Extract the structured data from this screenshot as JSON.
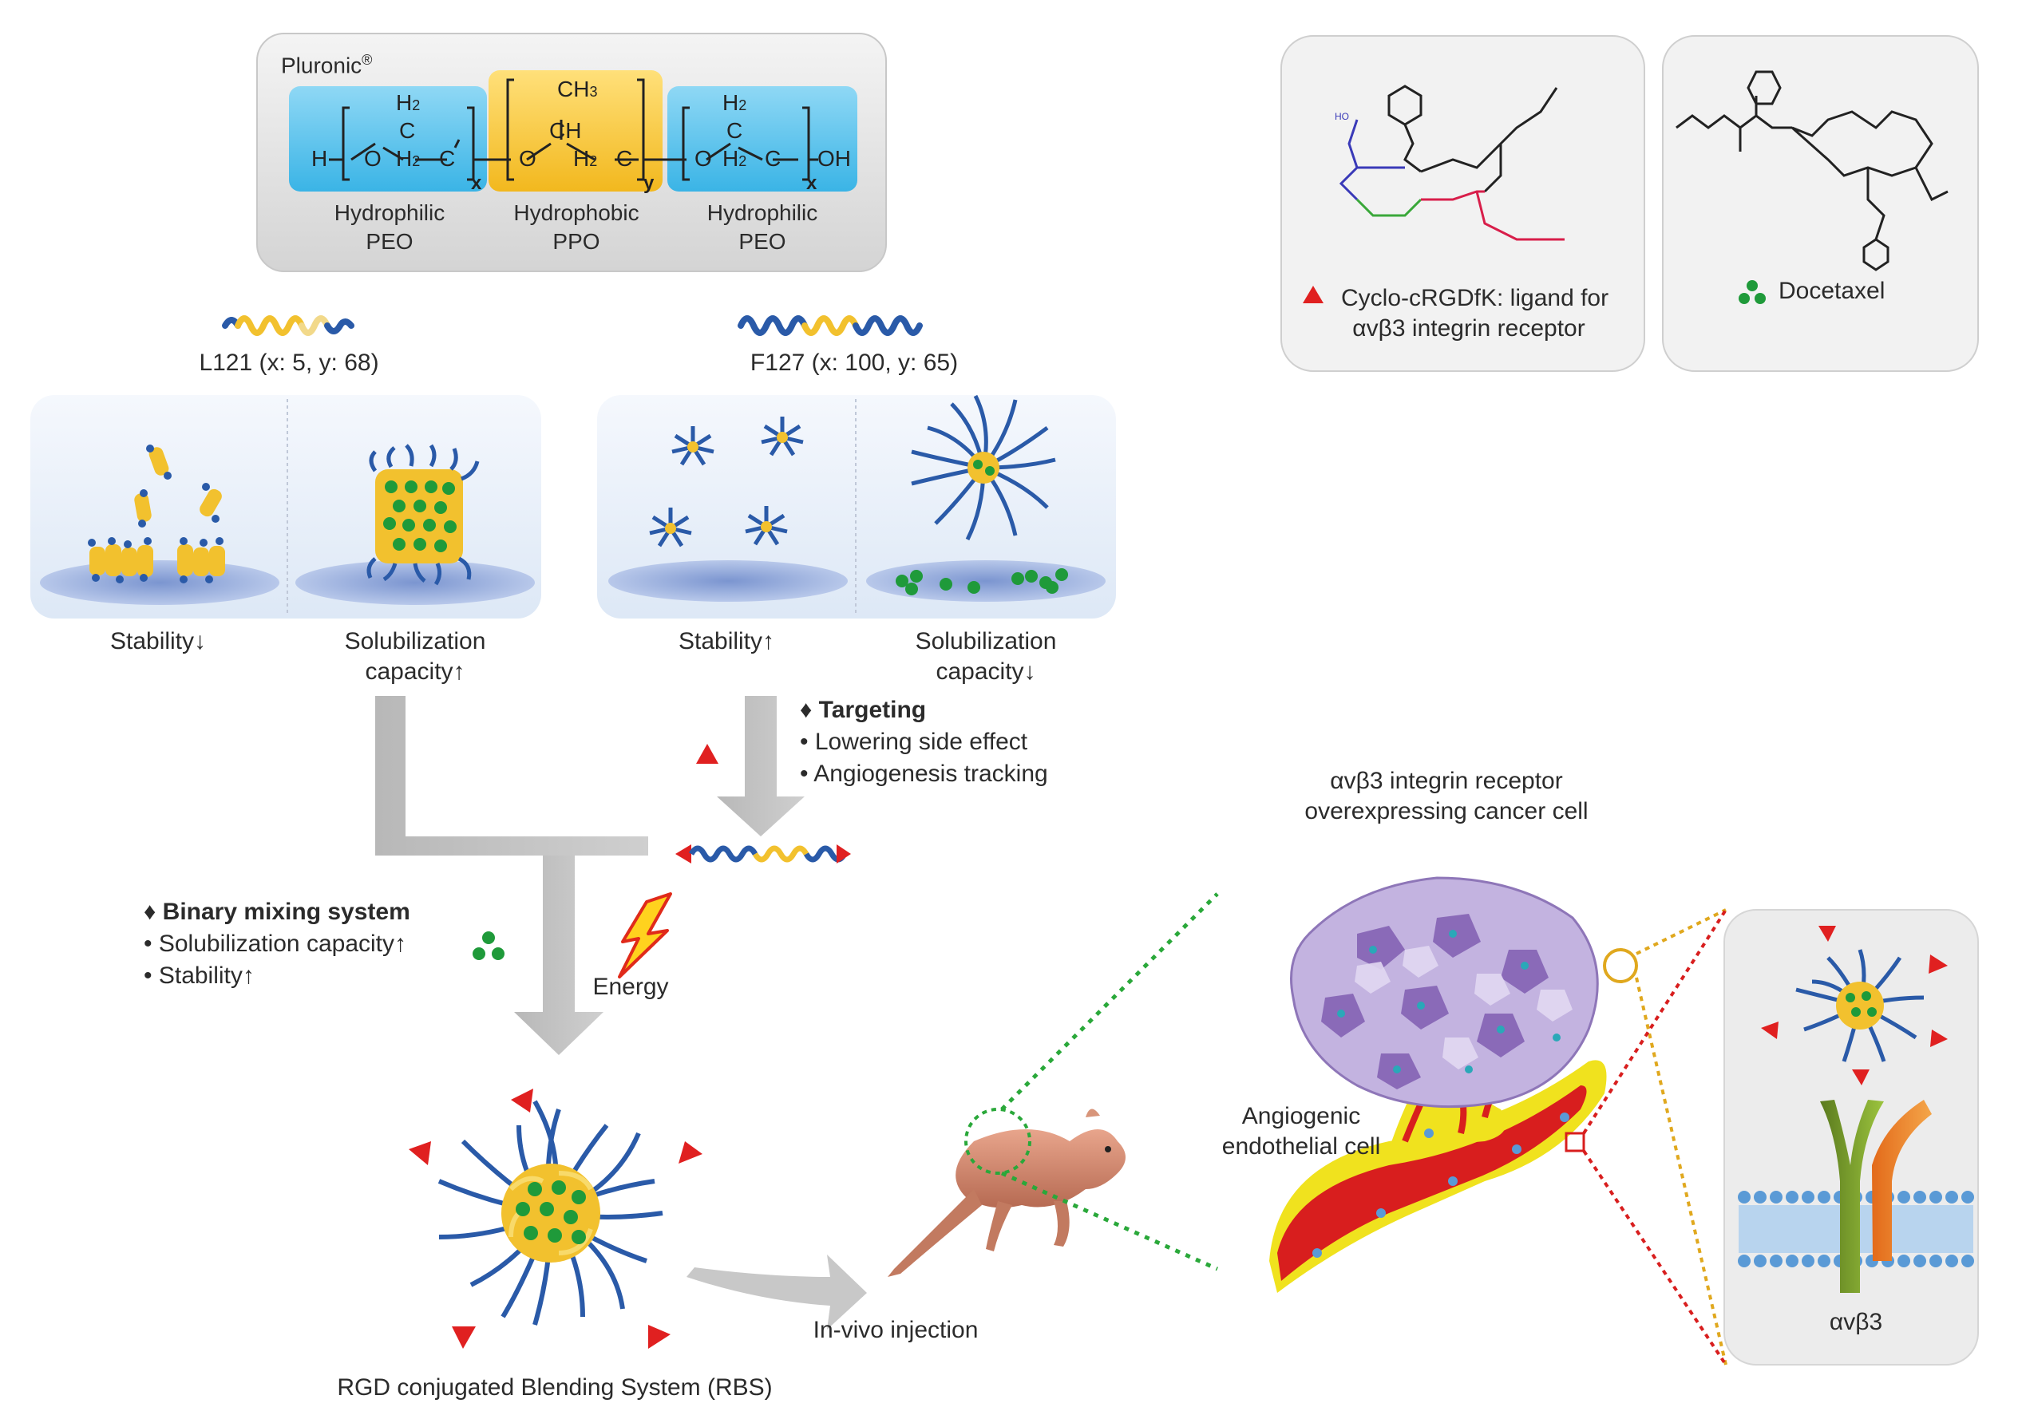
{
  "pluronic": {
    "title": "Pluronic",
    "reg": "®",
    "h_end": "H",
    "oh_end": "OH",
    "x": "x",
    "y": "y",
    "ch3": "CH",
    "ch3_sub": "3",
    "h2": "H",
    "h2_sub": "2",
    "c": "C",
    "ch": "CH",
    "o": "O",
    "segments": [
      {
        "name": "Hydrophilic",
        "abbr": "PEO"
      },
      {
        "name": "Hydrophobic",
        "abbr": "PPO"
      },
      {
        "name": "Hydrophilic",
        "abbr": "PEO"
      }
    ]
  },
  "polymers": {
    "l121": "L121 (x: 5, y: 68)",
    "f127": "F127 (x: 100, y: 65)"
  },
  "panel_labels": {
    "stability_down": "Stability↓",
    "solub_up_1": "Solubilization",
    "solub_up_2": "capacity↑",
    "stability_up": "Stability↑",
    "solub_down_1": "Solubilization",
    "solub_down_2": "capacity↓"
  },
  "targeting": {
    "title": "Targeting",
    "items": [
      "Lowering side effect",
      "Angiogenesis tracking"
    ]
  },
  "binary": {
    "title": "Binary mixing system",
    "items": [
      "Solubilization capacity↑",
      "Stability↑"
    ]
  },
  "energy": "Energy",
  "rbs": "RGD conjugated Blending System (RBS)",
  "injection": "In-vivo injection",
  "cancer_cell": {
    "line1": "αvβ3 integrin receptor",
    "line2": "overexpressing cancer cell"
  },
  "endothelial": {
    "line1": "Angiogenic",
    "line2": "endothelial cell"
  },
  "receptor": "αvβ3",
  "legend": {
    "rgd_line1": "Cyclo-cRGDfK: ligand for",
    "rgd_line2": "αvβ3 integrin receptor",
    "docetaxel": "Docetaxel"
  },
  "colors": {
    "peo": "#2a5aa8",
    "ppo": "#f2c12e",
    "drug": "#1f9a3a",
    "ligand": "#e02020",
    "cell": "#9a80c0",
    "vessel": "#d81e1e"
  }
}
